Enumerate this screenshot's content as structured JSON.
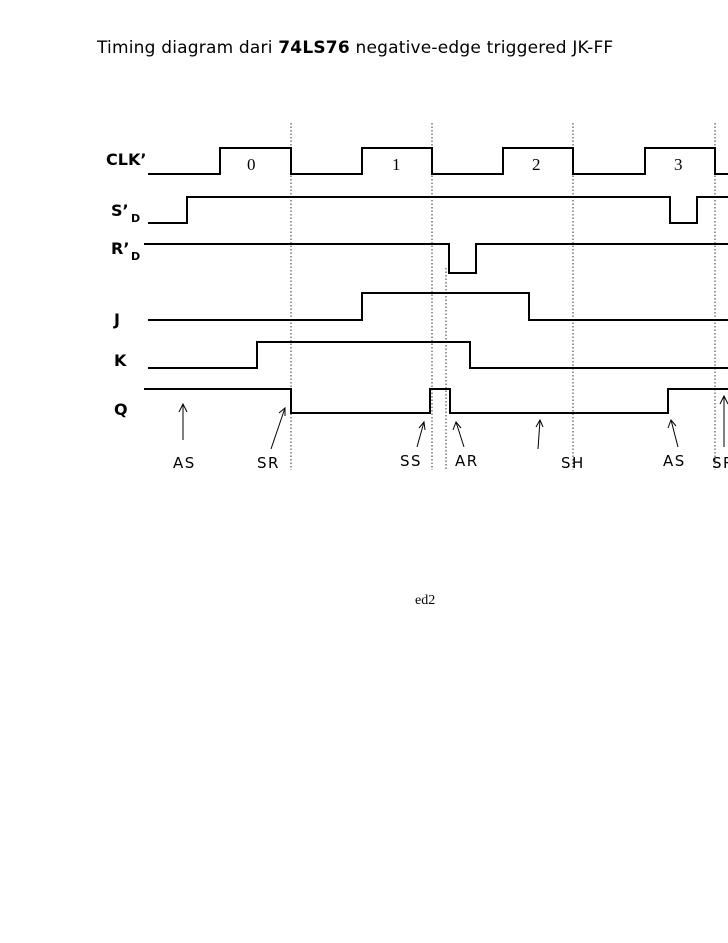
{
  "title": {
    "prefix": "Timing diagram dari ",
    "part": "74LS76",
    "suffix": " negative-edge triggered JK-FF"
  },
  "signals": [
    {
      "id": "clk",
      "label": "CLK’",
      "sub": ""
    },
    {
      "id": "sd",
      "label": "S’",
      "sub": "D"
    },
    {
      "id": "rd",
      "label": "R’",
      "sub": "D"
    },
    {
      "id": "j",
      "label": "J",
      "sub": ""
    },
    {
      "id": "k",
      "label": "K",
      "sub": ""
    },
    {
      "id": "q",
      "label": "Q",
      "sub": ""
    }
  ],
  "clock_pulses": [
    "0",
    "1",
    "2",
    "3"
  ],
  "annotations": [
    "AS",
    "SR",
    "SS",
    "AR",
    "SH",
    "AS",
    "SR"
  ],
  "footer": "ed2"
}
